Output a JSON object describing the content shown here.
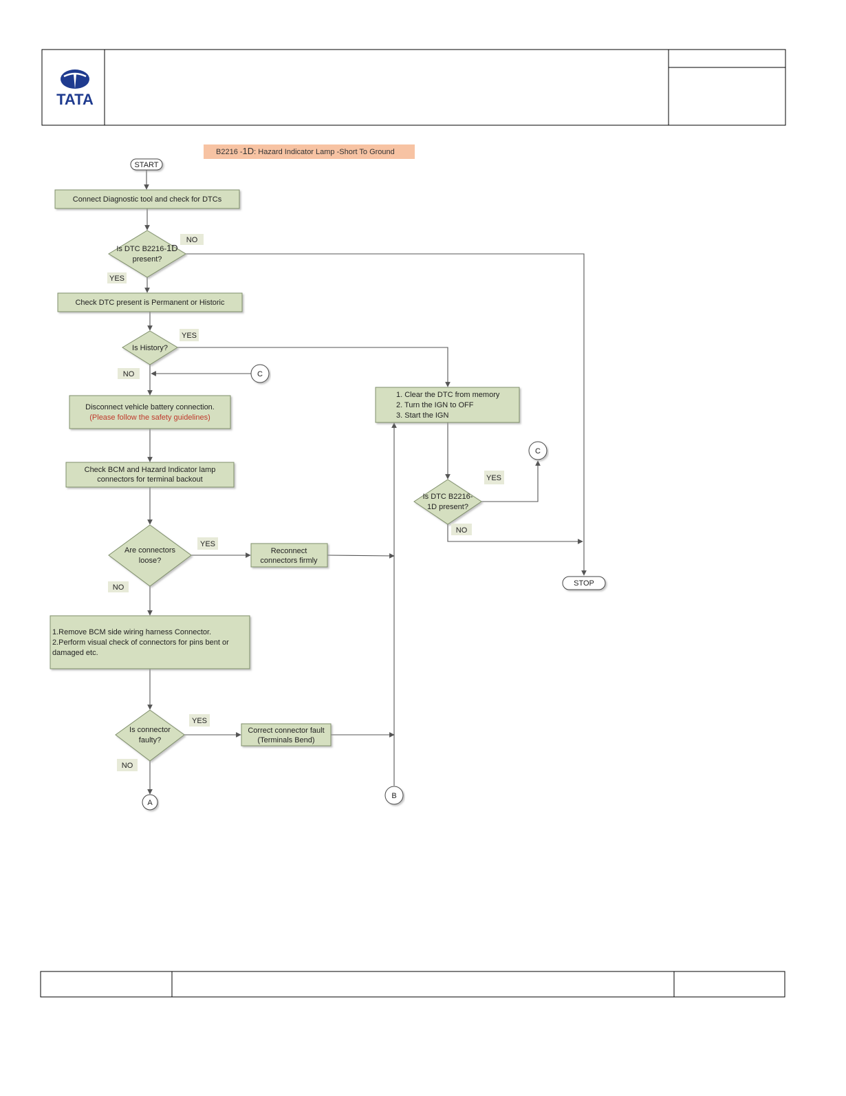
{
  "header": {
    "brand": "TATA",
    "brand_color": "#1f3b8f"
  },
  "title": {
    "pre": "B2216 -",
    "code": "1D",
    "post": ": Hazard Indicator Lamp -Short To Ground"
  },
  "terminals": {
    "start": "START",
    "stop": "STOP"
  },
  "steps": {
    "connect_tool": "Connect Diagnostic tool and check for DTCs",
    "check_permanent": "Check DTC present is Permanent or Historic",
    "disconnect_line1": "Disconnect vehicle battery connection.",
    "disconnect_line2": "(Please follow the safety guidelines)",
    "check_bcm_line1": "Check  BCM and Hazard Indicator lamp",
    "check_bcm_line2": "connectors for terminal backout",
    "reconnect_line1": "Reconnect",
    "reconnect_line2": "connectors firmly",
    "remove_line1": "1.Remove BCM side wiring harness Connector.",
    "remove_line2": "2.Perform visual check of connectors for pins bent or",
    "remove_line3": "damaged etc.",
    "correct_line1": "Correct connector fault",
    "correct_line2": "(Terminals Bend)",
    "clear_line1": "1. Clear the DTC from memory",
    "clear_line2": "2. Turn the IGN to OFF",
    "clear_line3": "3. Start the IGN"
  },
  "decisions": {
    "dtc_present_line1": "Is DTC B2216-",
    "dtc_present_code": "1D",
    "dtc_present_line2": "present?",
    "is_history": "Is History?",
    "loose_line1": "Are connectors",
    "loose_line2": "loose?",
    "faulty_line1": "Is connector",
    "faulty_line2": "faulty?",
    "dtc_again_line1": "Is DTC B2216-",
    "dtc_again_line2": "1D present?"
  },
  "connectors": {
    "a": "A",
    "b": "B",
    "c": "C"
  },
  "labels": {
    "yes": "YES",
    "no": "NO"
  },
  "colors": {
    "box_fill": "#d5dfc0",
    "box_stroke": "#7f8f6a",
    "title_fill": "#f7c3a3",
    "tag_fill": "#e7ead8"
  }
}
